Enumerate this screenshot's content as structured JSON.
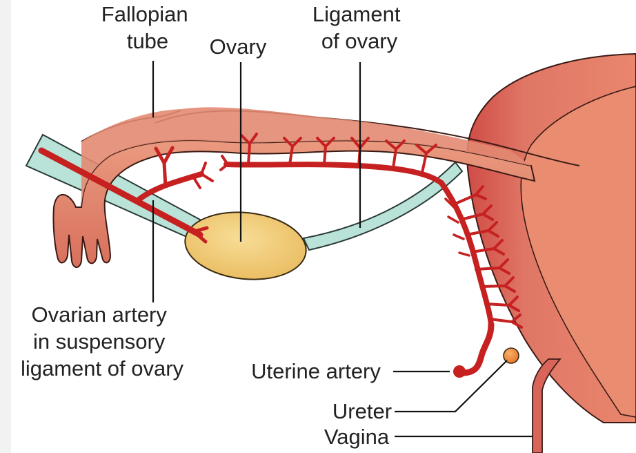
{
  "labels": {
    "fallopian_tube": [
      "Fallopian",
      "tube"
    ],
    "ovary": "Ovary",
    "ligament_of_ovary": [
      "Ligament",
      "of ovary"
    ],
    "ovarian_artery": [
      "Ovarian artery",
      "in suspensory",
      "ligament of ovary"
    ],
    "uterine_artery": "Uterine artery",
    "ureter": "Ureter",
    "vagina": "Vagina"
  },
  "colors": {
    "uterus": "#d9645a",
    "uterus_inner": "#e88b74",
    "tube": "#e3826a",
    "artery": "#cc2222",
    "ovary": "#f0cf7c",
    "ligament": "#b9e3d8",
    "ureter": "#f08a3a",
    "background": "#ffffff"
  }
}
